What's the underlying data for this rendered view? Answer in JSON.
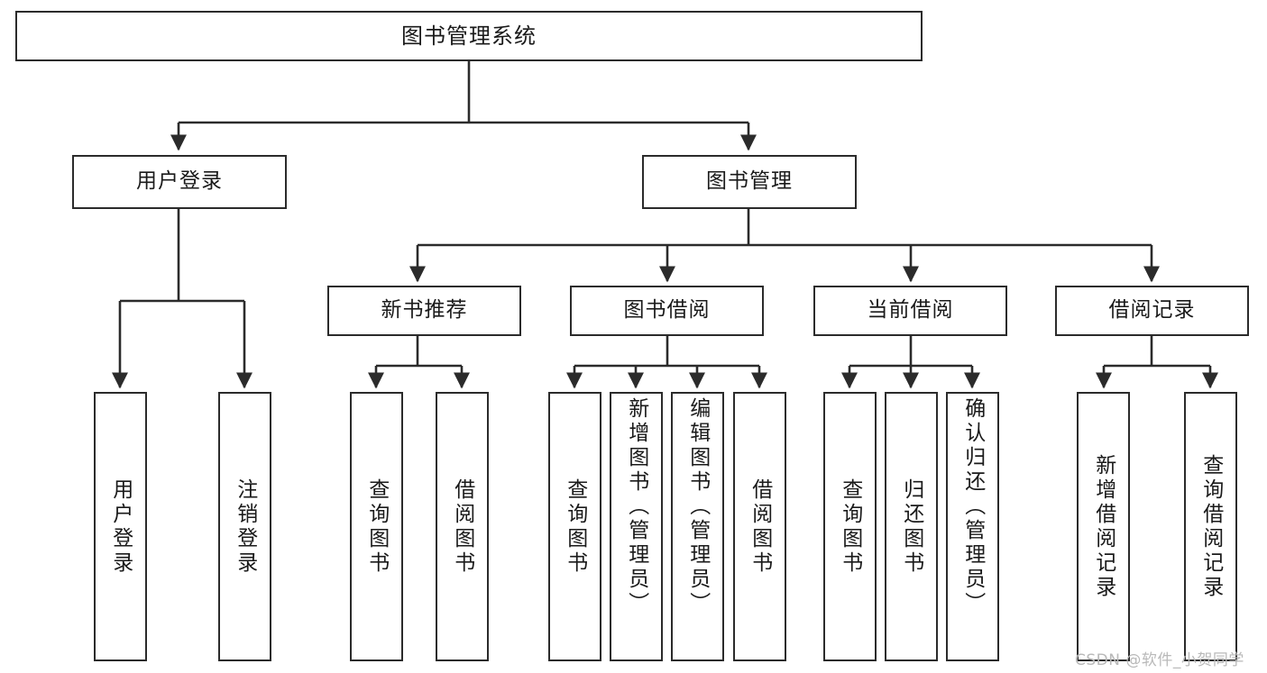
{
  "diagram": {
    "type": "tree-hierarchy",
    "title": "图书管理系统",
    "orientation": "top-down",
    "colors": {
      "node_border": "#2b2b2b",
      "node_fill": "#ffffff",
      "edge": "#2b2b2b",
      "text": "#1a1a1a",
      "background": "#ffffff",
      "watermark": "#b9b9b9"
    },
    "watermark": "CSDN @软件_小贺同学",
    "root": {
      "label": "图书管理系统"
    },
    "level1": [
      {
        "label": "用户登录"
      },
      {
        "label": "图书管理"
      }
    ],
    "level2": [
      {
        "label": "新书推荐"
      },
      {
        "label": "图书借阅"
      },
      {
        "label": "当前借阅"
      },
      {
        "label": "借阅记录"
      }
    ],
    "leaves": {
      "user_login": [
        {
          "label": "用户登录"
        },
        {
          "label": "注销登录"
        }
      ],
      "new_book_recommend": [
        {
          "label": "查询图书"
        },
        {
          "label": "借阅图书"
        }
      ],
      "book_borrow": [
        {
          "label": "查询图书"
        },
        {
          "label": "新增图书（管理员）"
        },
        {
          "label": "编辑图书（管理员）"
        },
        {
          "label": "借阅图书"
        }
      ],
      "current_borrow": [
        {
          "label": "查询图书"
        },
        {
          "label": "归还图书"
        },
        {
          "label": "确认归还（管理员）"
        }
      ],
      "borrow_record": [
        {
          "label": "新增借阅记录"
        },
        {
          "label": "查询借阅记录"
        }
      ]
    }
  }
}
